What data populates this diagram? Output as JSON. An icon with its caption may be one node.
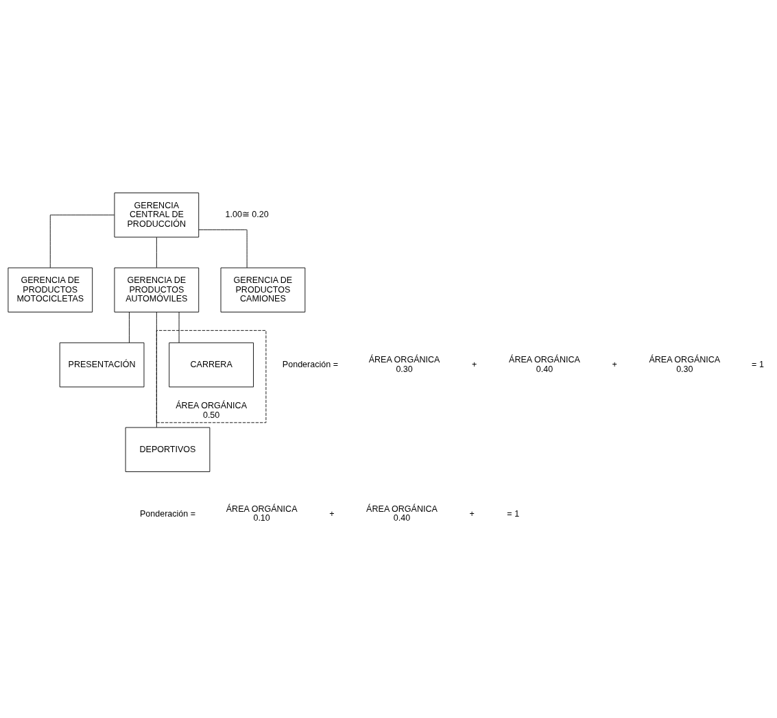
{
  "diagram": {
    "nodes": [
      {
        "text": [
          "GERENCIA CENTRAL DE PRODUCCIÓN"
        ]
      },
      {
        "text": [
          "GERENCIA DE PRODUCTOS MOTOCICLETAS"
        ]
      },
      {
        "text": [
          "GERENCIA DE PRODUCTOS AUTOMÓVILES"
        ]
      },
      {
        "text": [
          "GERENCIA DE PRODUCTOS CAMIONES"
        ]
      },
      {
        "text": [
          "DEPORTIVOS"
        ]
      },
      {
        "text": [
          "PRESENTACIÓN"
        ]
      },
      {
        "text": [
          "ÁREA ORGÁNICA 0.50"
        ]
      },
      {
        "text": [
          "CARRERA"
        ],
        "in": 6
      }
    ],
    "edges": [
      {
        "from": 0,
        "to": 1,
        "arrow": "none"
      },
      {
        "from": 0,
        "to": 2,
        "arrow": "none"
      },
      {
        "from": 0,
        "to": 3,
        "arrow": "none"
      },
      {
        "from": 2,
        "to": 4,
        "arrow": "none"
      },
      {
        "from": 2,
        "to": 5,
        "arrow": "none"
      },
      {
        "from": 2,
        "to": 7,
        "arrow": "none"
      }
    ],
    "labels": [
      "1.00≅ 0.20",
      "Ponderación =",
      "ÁREA ORGÁNICA 0.30",
      "+",
      "ÁREA ORGÁNICA 0.40",
      "+",
      "ÁREA ORGÁNICA 0.30",
      "= 1",
      "Ponderación =",
      "ÁREA ORGÁNICA 0.10",
      "+",
      "ÁREA ORGÁNICA 0.40",
      "+",
      "= 1"
    ]
  }
}
